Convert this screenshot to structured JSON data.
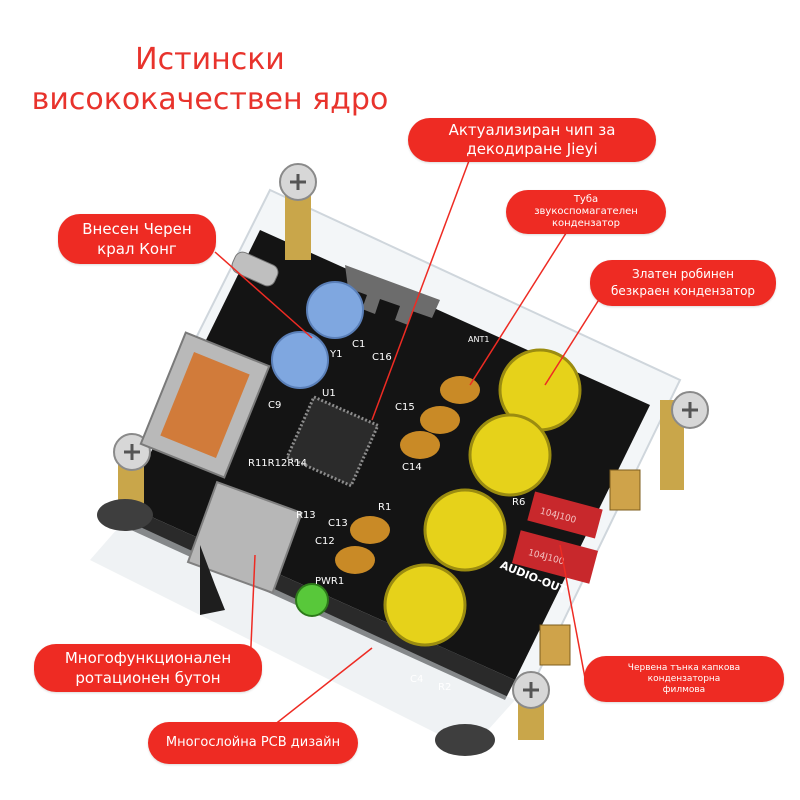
{
  "headline": {
    "line1": "Истински",
    "line2": "висококачествен ядро"
  },
  "callouts": {
    "chip": "Актуализиран чип за\nдекодиране Jieyi",
    "kong": "Внесен Черен\nкрал Конг",
    "tube": "Туба\nзвукоспомагателен\nкондензатор",
    "ruby": "Златен робинен\nбезкраен кондензатор",
    "knob": "Многофункционален\nротационен бутон",
    "pcb": "Многослойна PCB дизайн",
    "film": "Червена тънка капкова\nкондензаторна\nфилмова"
  },
  "board": {
    "labels": {
      "c1": "C1",
      "y1": "Y1",
      "c16": "C16",
      "c9": "C9",
      "u1": "U1",
      "c15": "C15",
      "c14": "C14",
      "r11": "R11R12R14",
      "r13": "R13",
      "c13": "C13",
      "c12": "C12",
      "r1": "R1",
      "pwr1": "PWR1",
      "audio_out": "AUDIO-OUT",
      "r6": "R6",
      "c4": "C4",
      "r2": "R2",
      "ant": "ANT1",
      "cap_mark": "104J100",
      "cap_mark2": "104J100"
    }
  },
  "colors": {
    "accent": "#ee2b23",
    "headline": "#e8332c",
    "pcb": "#141414",
    "gold_cap": "#e6d21a",
    "blue_cap": "#7fa7e0",
    "film_cap": "#c8282c",
    "orange_cap": "#c98a26"
  }
}
